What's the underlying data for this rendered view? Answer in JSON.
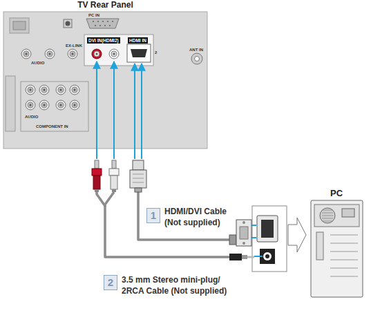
{
  "diagram": {
    "nodes": [
      {
        "text": [
          "TV Rear Panel"
        ]
      },
      {
        "text": [
          "PC"
        ]
      },
      {
        "text": [
          "1"
        ]
      },
      {
        "text": [
          "2"
        ]
      }
    ],
    "edges": [
      {
        "from": 0,
        "to": 1,
        "arrow": "none"
      },
      {
        "from": 0,
        "to": 1,
        "arrow": "none"
      }
    ],
    "labels": [
      "PC IN",
      "AUDIO",
      "EX-LINK",
      "DVI IN(HDMI2)",
      "AUDIO",
      "HDMI IN",
      "2",
      "ANT IN",
      "COMPONENT IN",
      "HDMI/DVI Cable (Not supplied)",
      "3.5 mm Stereo mini-plug/ 2RCA Cable (Not supplied)"
    ]
  }
}
